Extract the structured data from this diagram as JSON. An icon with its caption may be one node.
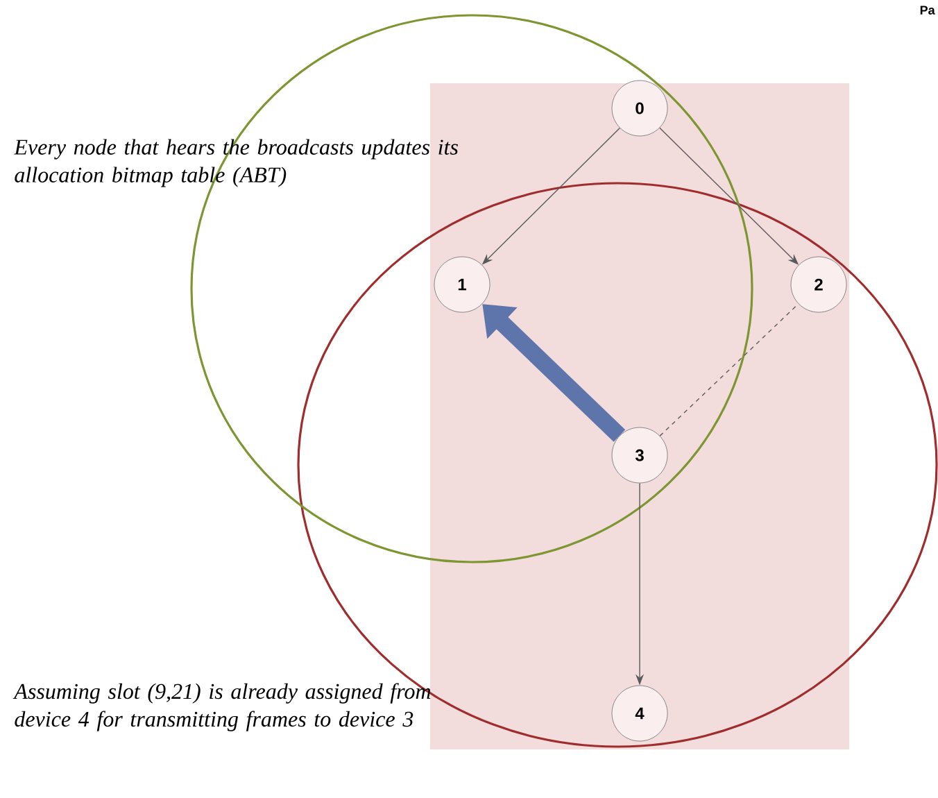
{
  "diagram": {
    "nodes": [
      {
        "text": [
          "0"
        ]
      },
      {
        "text": [
          "1"
        ]
      },
      {
        "text": [
          "2"
        ]
      },
      {
        "text": [
          "3"
        ]
      },
      {
        "text": [
          "4"
        ]
      }
    ],
    "edges": [
      {
        "from": 0,
        "to": 1,
        "arrow": "to"
      },
      {
        "from": 0,
        "to": 2,
        "arrow": "to"
      },
      {
        "from": 3,
        "to": 2,
        "arrow": "none",
        "style": "dashed"
      },
      {
        "from": 3,
        "to": 1,
        "arrow": "to",
        "style": "thick",
        "color": "#5e75ab"
      },
      {
        "from": 3,
        "to": 4,
        "arrow": "to"
      }
    ],
    "labels": [
      "Pa",
      "Every node that hears the broadcasts updates its allocation bitmap table (ABT)",
      "Assuming slot (9,21) is already assigned from device 4 for transmitting frames to device 3"
    ]
  }
}
